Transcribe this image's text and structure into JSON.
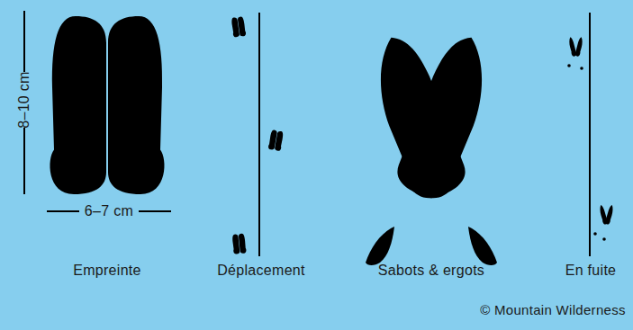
{
  "diagram": {
    "labels": [
      "8–10 cm",
      "6–7 cm",
      "Empreinte",
      "Déplacement",
      "Sabots & ergots",
      "En fuite",
      "© Mountain Wilderness"
    ]
  }
}
